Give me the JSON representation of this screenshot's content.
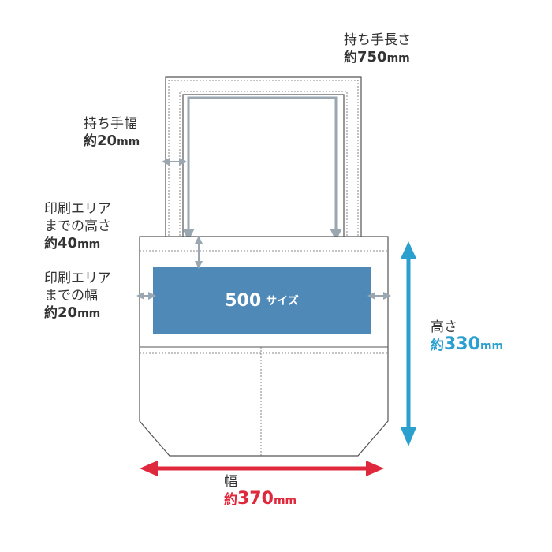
{
  "handle_length": {
    "label": "持ち手長さ",
    "prefix": "約",
    "number": "750",
    "unit": "mm"
  },
  "handle_width": {
    "label": "持ち手幅",
    "prefix": "約",
    "number": "20",
    "unit": "mm"
  },
  "print_top": {
    "label_line1": "印刷エリア",
    "label_line2": "までの高さ",
    "prefix": "約",
    "number": "40",
    "unit": "mm"
  },
  "print_side": {
    "label_line1": "印刷エリア",
    "label_line2": "までの幅",
    "prefix": "約",
    "number": "20",
    "unit": "mm"
  },
  "print_area": {
    "number": "500",
    "suffix": "サイズ"
  },
  "height": {
    "label": "高さ",
    "prefix": "約",
    "number": "330",
    "unit": "mm"
  },
  "width": {
    "label": "幅",
    "prefix": "約",
    "number": "370",
    "unit": "mm"
  },
  "colors": {
    "print_area": "#4f89b8",
    "height_arrow": "#2b9fce",
    "width_arrow": "#e0283c",
    "guide": "#9aa7b0",
    "outline": "#555555"
  }
}
